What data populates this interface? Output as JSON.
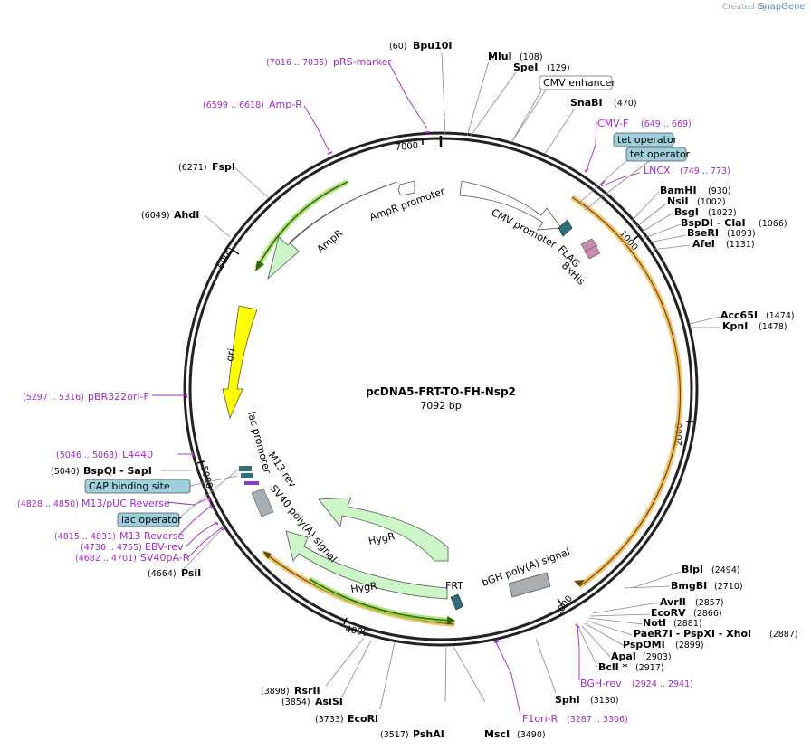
{
  "brand": {
    "created_by": "Created by",
    "name": "SnapGene"
  },
  "plasmid": {
    "name": "pcDNA5-FRT-TO-FH-Nsp2",
    "length": "7092 bp"
  },
  "ticks": [
    "1000",
    "2000",
    "3000",
    "4000",
    "5000",
    "6000",
    "7000"
  ],
  "enzymes": [
    {
      "name": "Bpu10I",
      "pos": "(60)"
    },
    {
      "name": "MluI",
      "pos": "(108)"
    },
    {
      "name": "SpeI",
      "pos": "(129)"
    },
    {
      "name": "SnaBI",
      "pos": "(470)"
    },
    {
      "name": "BamHI",
      "pos": "(930)"
    },
    {
      "name": "NsiI",
      "pos": "(1002)"
    },
    {
      "name": "BsgI",
      "pos": "(1022)"
    },
    {
      "name": "BspDI - ClaI",
      "pos": "(1066)"
    },
    {
      "name": "BseRI",
      "pos": "(1093)"
    },
    {
      "name": "AfeI",
      "pos": "(1131)"
    },
    {
      "name": "Acc65I",
      "pos": "(1474)"
    },
    {
      "name": "KpnI",
      "pos": "(1478)"
    },
    {
      "name": "BlpI",
      "pos": "(2494)"
    },
    {
      "name": "BmgBI",
      "pos": "(2710)"
    },
    {
      "name": "AvrII",
      "pos": "(2857)"
    },
    {
      "name": "EcoRV",
      "pos": "(2866)"
    },
    {
      "name": "NotI",
      "pos": "(2881)"
    },
    {
      "name": "PaeR7I - PspXI - XhoI",
      "pos": "(2887)"
    },
    {
      "name": "PspOMI",
      "pos": "(2899)"
    },
    {
      "name": "ApaI",
      "pos": "(2903)"
    },
    {
      "name": "BclI *",
      "pos": "(2917)"
    },
    {
      "name": "SphI",
      "pos": "(3130)"
    },
    {
      "name": "MscI",
      "pos": "(3490)"
    },
    {
      "name": "PshAI",
      "pos": "(3517)"
    },
    {
      "name": "EcoRI",
      "pos": "(3733)"
    },
    {
      "name": "AsiSI",
      "pos": "(3854)"
    },
    {
      "name": "RsrII",
      "pos": "(3898)"
    },
    {
      "name": "PsiI",
      "pos": "(4664)"
    },
    {
      "name": "BspQI - SapI",
      "pos": "(5040)"
    },
    {
      "name": "AhdI",
      "pos": "(6049)"
    },
    {
      "name": "FspI",
      "pos": "(6271)"
    }
  ],
  "primers": [
    {
      "name": "pRS-marker",
      "pos": "(7016 .. 7035)"
    },
    {
      "name": "Amp-R",
      "pos": "(6599 .. 6618)"
    },
    {
      "name": "CMV-F",
      "pos": "(649 .. 669)"
    },
    {
      "name": "LNCX",
      "pos": "(749 .. 773)"
    },
    {
      "name": "BGH-rev",
      "pos": "(2924 .. 2941)"
    },
    {
      "name": "F1ori-R",
      "pos": "(3287 .. 3306)"
    },
    {
      "name": "L4440",
      "pos": "(5046 .. 5063)"
    },
    {
      "name": "M13/pUC Reverse",
      "pos": "(4828 .. 4850)"
    },
    {
      "name": "M13 Reverse",
      "pos": "(4815 .. 4831)"
    },
    {
      "name": "EBV-rev",
      "pos": "(4736 .. 4755)"
    },
    {
      "name": "SV40pA-R",
      "pos": "(4682 .. 4701)"
    },
    {
      "name": "pBR322ori-F",
      "pos": "(5297 .. 5316)"
    }
  ],
  "boxed": [
    "CMV enhancer",
    "tet operator",
    "tet operator",
    "CAP binding site",
    "lac operator"
  ],
  "features": [
    "AmpR promoter",
    "AmpR",
    "CMV promoter",
    "FLAG",
    "8xHis",
    "ori",
    "lac promoter",
    "M13 rev",
    "SV40 poly(A) signal",
    "HygR",
    "HygR",
    "FRT",
    "bGH poly(A) signal"
  ]
}
